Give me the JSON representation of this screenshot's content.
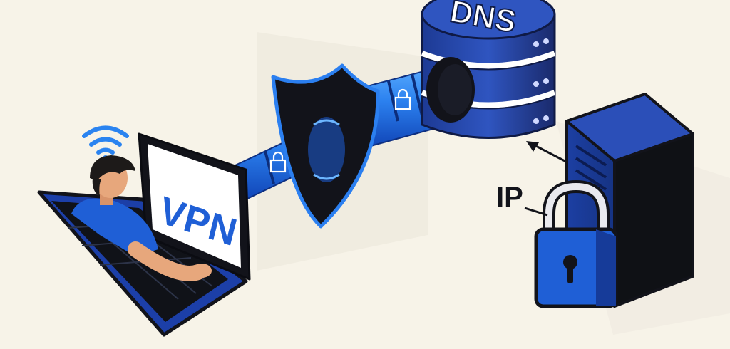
{
  "labels": {
    "vpn": "VPN",
    "dns": "DNS",
    "ip": "IP"
  },
  "icons": [
    "wifi-icon",
    "person-icon",
    "laptop-icon",
    "shield-icon",
    "encrypted-tunnel-icon",
    "dns-server-icon",
    "lock-icon",
    "server-tower-icon",
    "arrow-icon"
  ],
  "colors": {
    "background": "#f7f3e8",
    "primary_blue": "#1f5fd6",
    "navy": "#1a2a6c",
    "dark": "#12131a",
    "tunnel": "#2c82f0",
    "server_accent": "#e06a2c",
    "screen": "#ffffff",
    "skin": "#e7a77c"
  }
}
